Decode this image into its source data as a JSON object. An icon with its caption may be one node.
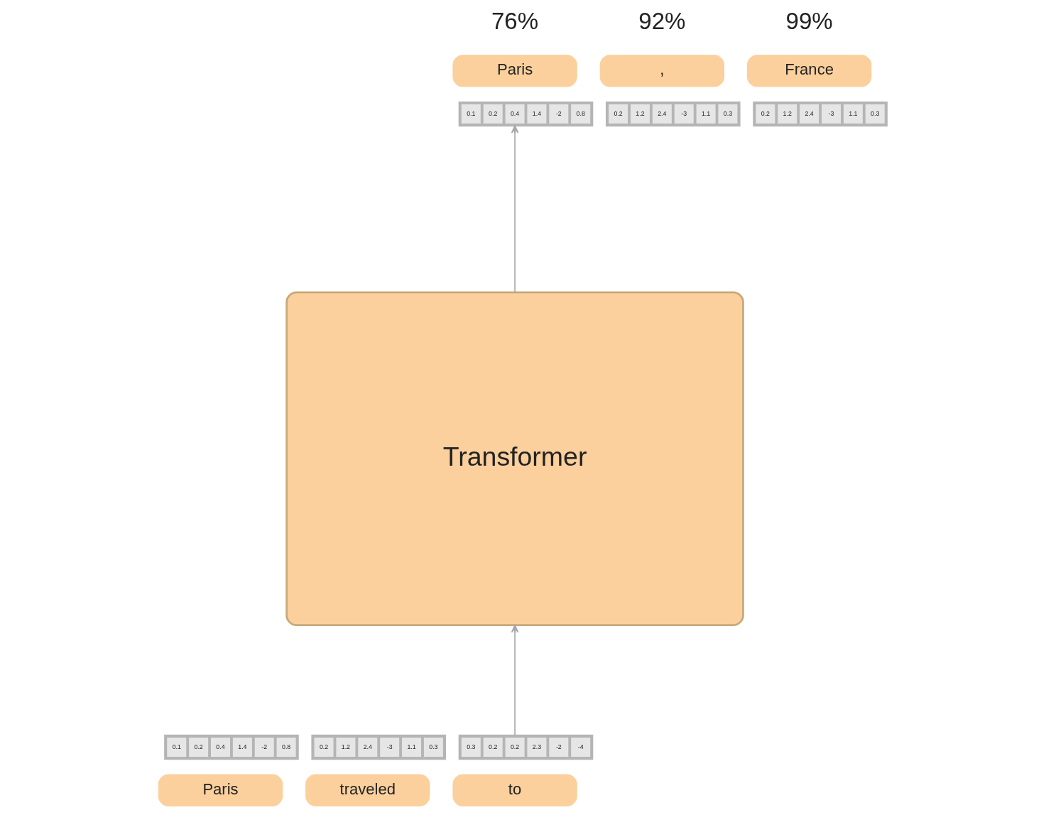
{
  "diagram": {
    "nodes": [
      {
        "text": [
          "Paris"
        ],
        "beside": [
          "76%"
        ]
      },
      {
        "text": [
          ","
        ],
        "beside": [
          "92%"
        ]
      },
      {
        "text": [
          "France"
        ],
        "beside": [
          "99%"
        ]
      },
      {
        "text": [],
        "shape": "box"
      },
      {
        "text": [
          "0.1"
        ],
        "in": 3
      },
      {
        "text": [
          "0.2"
        ],
        "in": 3
      },
      {
        "text": [
          "0.4"
        ],
        "in": 3
      },
      {
        "text": [
          "1.4"
        ],
        "in": 3
      },
      {
        "text": [
          "-2"
        ],
        "in": 3
      },
      {
        "text": [
          "0.8"
        ],
        "in": 3
      },
      {
        "text": [],
        "shape": "box"
      },
      {
        "text": [
          "0.2"
        ],
        "in": 10
      },
      {
        "text": [
          "1.2"
        ],
        "in": 10
      },
      {
        "text": [
          "2.4"
        ],
        "in": 10
      },
      {
        "text": [
          "-3"
        ],
        "in": 10
      },
      {
        "text": [
          "1.1"
        ],
        "in": 10
      },
      {
        "text": [
          "0.3"
        ],
        "in": 10
      },
      {
        "text": [],
        "shape": "box"
      },
      {
        "text": [
          "0.2"
        ],
        "in": 17
      },
      {
        "text": [
          "1.2"
        ],
        "in": 17
      },
      {
        "text": [
          "2.4"
        ],
        "in": 17
      },
      {
        "text": [
          "-3"
        ],
        "in": 17
      },
      {
        "text": [
          "1.1"
        ],
        "in": 17
      },
      {
        "text": [
          "0.3"
        ],
        "in": 17
      },
      {
        "text": [
          "Transformer"
        ]
      },
      {
        "text": [],
        "shape": "box"
      },
      {
        "text": [
          "0.1"
        ],
        "in": 25
      },
      {
        "text": [
          "0.2"
        ],
        "in": 25
      },
      {
        "text": [
          "0.4"
        ],
        "in": 25
      },
      {
        "text": [
          "1.4"
        ],
        "in": 25
      },
      {
        "text": [
          "-2"
        ],
        "in": 25
      },
      {
        "text": [
          "0.8"
        ],
        "in": 25
      },
      {
        "text": [],
        "shape": "box"
      },
      {
        "text": [
          "0.2"
        ],
        "in": 32
      },
      {
        "text": [
          "1.2"
        ],
        "in": 32
      },
      {
        "text": [
          "2.4"
        ],
        "in": 32
      },
      {
        "text": [
          "-3"
        ],
        "in": 32
      },
      {
        "text": [
          "1.1"
        ],
        "in": 32
      },
      {
        "text": [
          "0.3"
        ],
        "in": 32
      },
      {
        "text": [],
        "shape": "box"
      },
      {
        "text": [
          "0.3"
        ],
        "in": 39
      },
      {
        "text": [
          "0.2"
        ],
        "in": 39
      },
      {
        "text": [
          "0.2"
        ],
        "in": 39
      },
      {
        "text": [
          "2.3"
        ],
        "in": 39
      },
      {
        "text": [
          "-2"
        ],
        "in": 39
      },
      {
        "text": [
          "-4"
        ],
        "in": 39
      },
      {
        "text": [
          "Paris"
        ]
      },
      {
        "text": [
          "traveled"
        ]
      },
      {
        "text": [
          "to"
        ]
      }
    ],
    "edges": [
      {
        "from": 39,
        "to": 24,
        "arrow": "to"
      },
      {
        "from": 24,
        "to": 3,
        "arrow": "to"
      }
    ]
  }
}
